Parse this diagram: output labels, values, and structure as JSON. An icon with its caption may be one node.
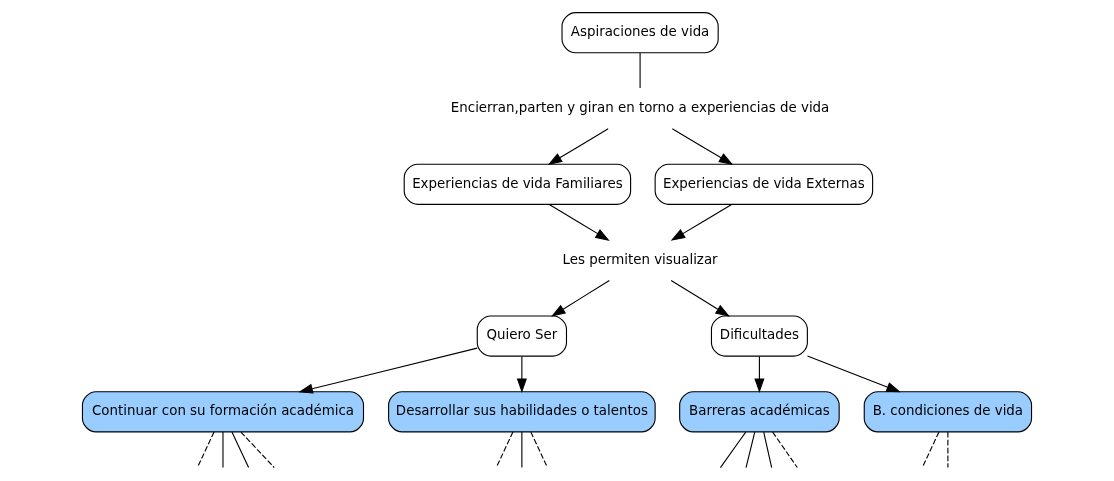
{
  "diagram": {
    "nodes": [
      {
        "text": [
          "Aspiraciones de vida"
        ]
      },
      {
        "text": [
          "Encierran,parten y giran en torno a experiencias de vida"
        ]
      },
      {
        "text": [
          "Experiencias de vida Familiares"
        ]
      },
      {
        "text": [
          "Experiencias de vida Externas"
        ]
      },
      {
        "text": [
          "Les permiten visualizar"
        ]
      },
      {
        "text": [
          "Quiero Ser"
        ]
      },
      {
        "text": [
          "Dificultades"
        ]
      },
      {
        "text": [
          "Continuar con su formación académica"
        ]
      },
      {
        "text": [
          "Desarrollar sus habilidades o talentos"
        ]
      },
      {
        "text": [
          "Barreras académicas"
        ]
      },
      {
        "text": [
          "B. condiciones de vida"
        ]
      }
    ],
    "edges": [
      {
        "from": 0,
        "to": 1,
        "arrow": "none"
      },
      {
        "from": 1,
        "to": 2,
        "arrow": "to"
      },
      {
        "from": 1,
        "to": 3,
        "arrow": "to"
      },
      {
        "from": 2,
        "to": 4,
        "arrow": "to"
      },
      {
        "from": 3,
        "to": 4,
        "arrow": "to"
      },
      {
        "from": 4,
        "to": 5,
        "arrow": "to"
      },
      {
        "from": 4,
        "to": 6,
        "arrow": "to"
      },
      {
        "from": 5,
        "to": 7,
        "arrow": "to"
      },
      {
        "from": 5,
        "to": 8,
        "arrow": "to"
      },
      {
        "from": 6,
        "to": 9,
        "arrow": "to"
      },
      {
        "from": 6,
        "to": 10,
        "arrow": "to"
      },
      {
        "from": 7,
        "to": null,
        "arrow": "none",
        "style": "dashed"
      },
      {
        "from": 7,
        "to": null,
        "arrow": "none",
        "style": "dashed"
      },
      {
        "from": 7,
        "to": null,
        "arrow": "none"
      },
      {
        "from": 7,
        "to": null,
        "arrow": "none"
      },
      {
        "from": 8,
        "to": null,
        "arrow": "none",
        "style": "dashed"
      },
      {
        "from": 8,
        "to": null,
        "arrow": "none",
        "style": "dashed"
      },
      {
        "from": 8,
        "to": null,
        "arrow": "none"
      },
      {
        "from": 9,
        "to": null,
        "arrow": "none"
      },
      {
        "from": 9,
        "to": null,
        "arrow": "none",
        "style": "dashed"
      },
      {
        "from": 9,
        "to": null,
        "arrow": "none"
      },
      {
        "from": 9,
        "to": null,
        "arrow": "none"
      },
      {
        "from": 10,
        "to": null,
        "arrow": "none",
        "style": "dashed"
      },
      {
        "from": 10,
        "to": null,
        "arrow": "none",
        "style": "dashed"
      }
    ]
  }
}
